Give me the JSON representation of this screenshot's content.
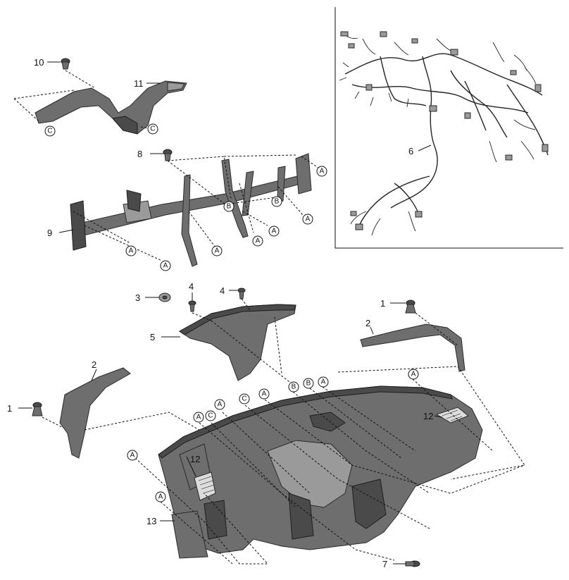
{
  "callouts": [
    {
      "id": "c10",
      "label": "10"
    },
    {
      "id": "c11",
      "label": "11"
    },
    {
      "id": "c8",
      "label": "8"
    },
    {
      "id": "c9",
      "label": "9"
    },
    {
      "id": "c6",
      "label": "6"
    },
    {
      "id": "c3",
      "label": "3"
    },
    {
      "id": "c4a",
      "label": "4"
    },
    {
      "id": "c4b",
      "label": "4"
    },
    {
      "id": "c5",
      "label": "5"
    },
    {
      "id": "c1a",
      "label": "1"
    },
    {
      "id": "c2a",
      "label": "2"
    },
    {
      "id": "c2b",
      "label": "2"
    },
    {
      "id": "c1b",
      "label": "1"
    },
    {
      "id": "c12a",
      "label": "12"
    },
    {
      "id": "c12b",
      "label": "12"
    },
    {
      "id": "c13",
      "label": "13"
    },
    {
      "id": "c7",
      "label": "7"
    }
  ],
  "refs": {
    "A": "A",
    "B": "B",
    "C": "C"
  }
}
